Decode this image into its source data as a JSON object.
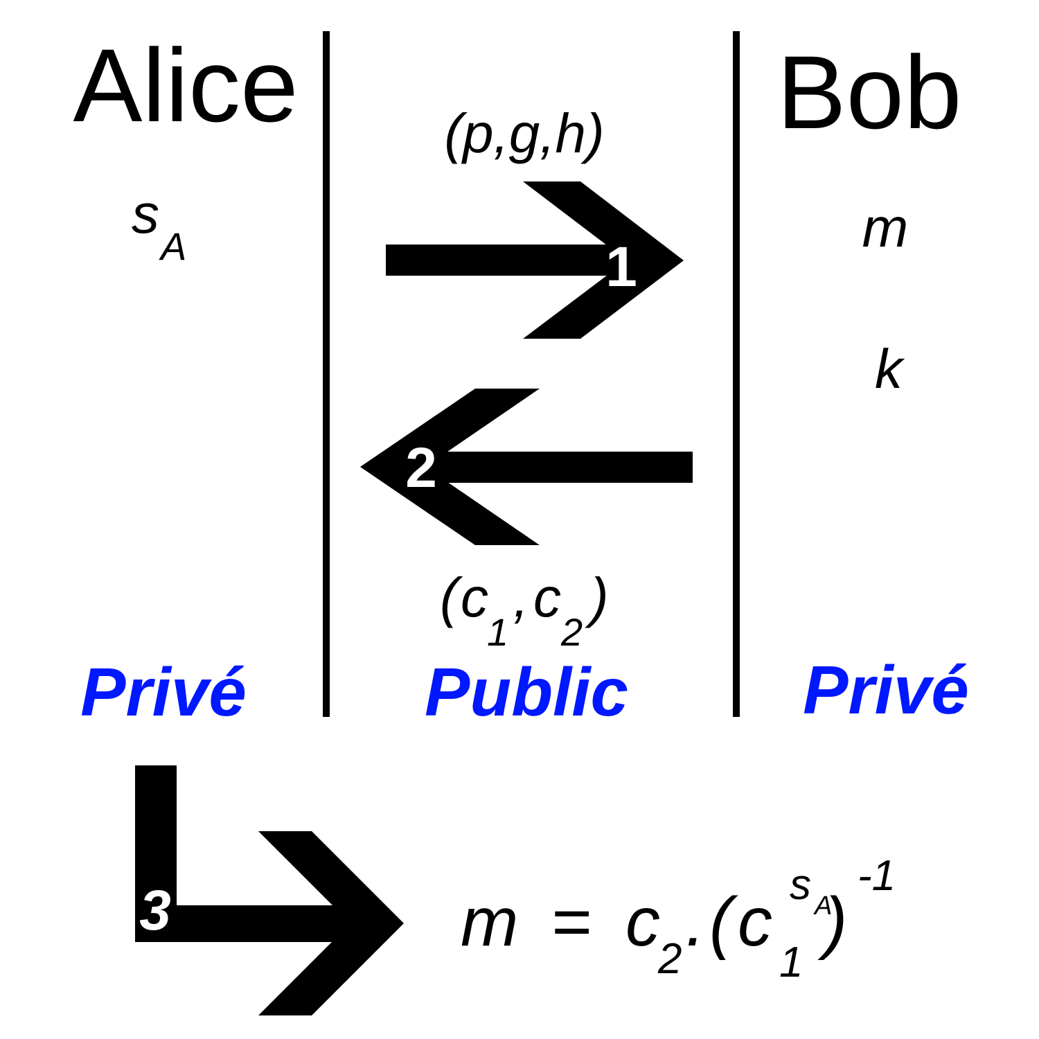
{
  "parties": {
    "alice": "Alice",
    "bob": "Bob"
  },
  "alice_secret": {
    "base": "s",
    "sub": "A"
  },
  "bob_values": {
    "message": "m",
    "ephemeral": "k"
  },
  "public_key_tuple": "(p,g,h)",
  "ciphertext_tuple": {
    "open": "(",
    "c": "c",
    "sub1": "1",
    "comma": ",",
    "sub2": "2",
    "close": ")"
  },
  "zones": {
    "left": "Privé",
    "center": "Public",
    "right": "Privé"
  },
  "steps": {
    "one": "1",
    "two": "2",
    "three": "3"
  },
  "decryption_formula": {
    "lhs": "m",
    "equals": "=",
    "c": "c",
    "sub2": "2",
    "dot": ".",
    "paren_open": "(",
    "sub1": "1",
    "exp_s": "s",
    "exp_A": "A",
    "paren_close": ")",
    "outer_exp": "-1"
  },
  "colors": {
    "ink": "#000000",
    "zone_label": "#0018ff",
    "background": "#ffffff"
  }
}
